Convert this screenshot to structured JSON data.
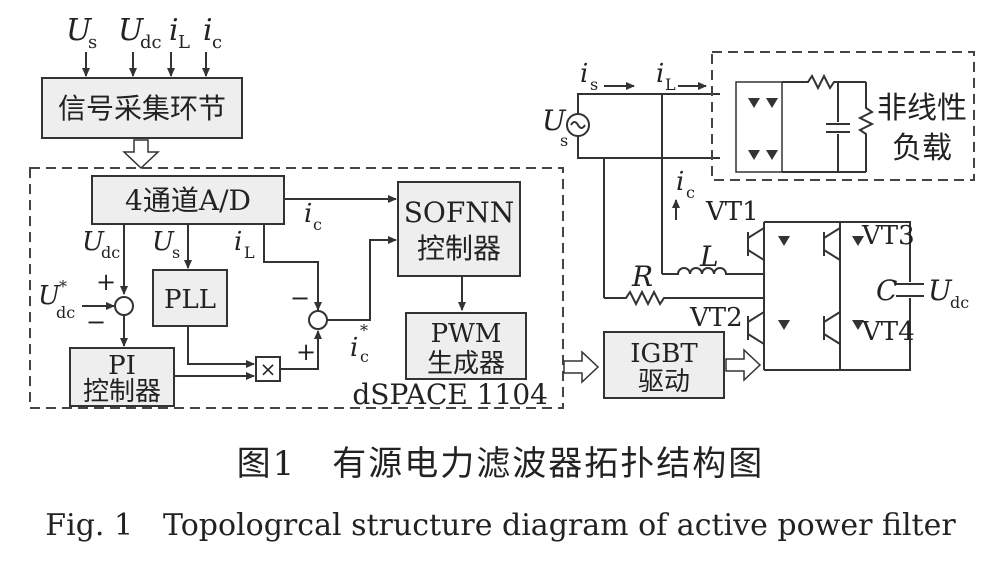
{
  "inputs": {
    "us": "U",
    "us_sub": "s",
    "udc": "U",
    "udc_sub": "dc",
    "il": "i",
    "il_sub": "L",
    "ic": "i",
    "ic_sub": "c"
  },
  "blocks": {
    "sampling": "信号采集环节",
    "ad": "4通道A/D",
    "sofnn_line1": "SOFNN",
    "sofnn_line2": "控制器",
    "pll": "PLL",
    "pi_line1": "PI",
    "pi_line2": "控制器",
    "pwm_line1": "PWM",
    "pwm_line2": "生成器",
    "multiplier": "×",
    "igbt_line1": "IGBT",
    "igbt_line2": "驱动",
    "dspace": "dSPACE 1104",
    "load_line1": "非线性",
    "load_line2": "负载"
  },
  "signals": {
    "udc_ref": "U",
    "udc_ref_sup": "*",
    "udc_ref_sub": "dc",
    "ic_ref": "i",
    "ic_ref_sup": "*",
    "ic_ref_sub": "c",
    "plus": "+",
    "minus": "−"
  },
  "components": {
    "vt1": "VT1",
    "vt2": "VT2",
    "vt3": "VT3",
    "vt4": "VT4",
    "l": "L",
    "r": "R",
    "c": "C"
  },
  "caption_cn": "图1　有源电力滤波器拓扑结构图",
  "caption_en": "Fig. 1　Topologrcal structure diagram of active power filter"
}
